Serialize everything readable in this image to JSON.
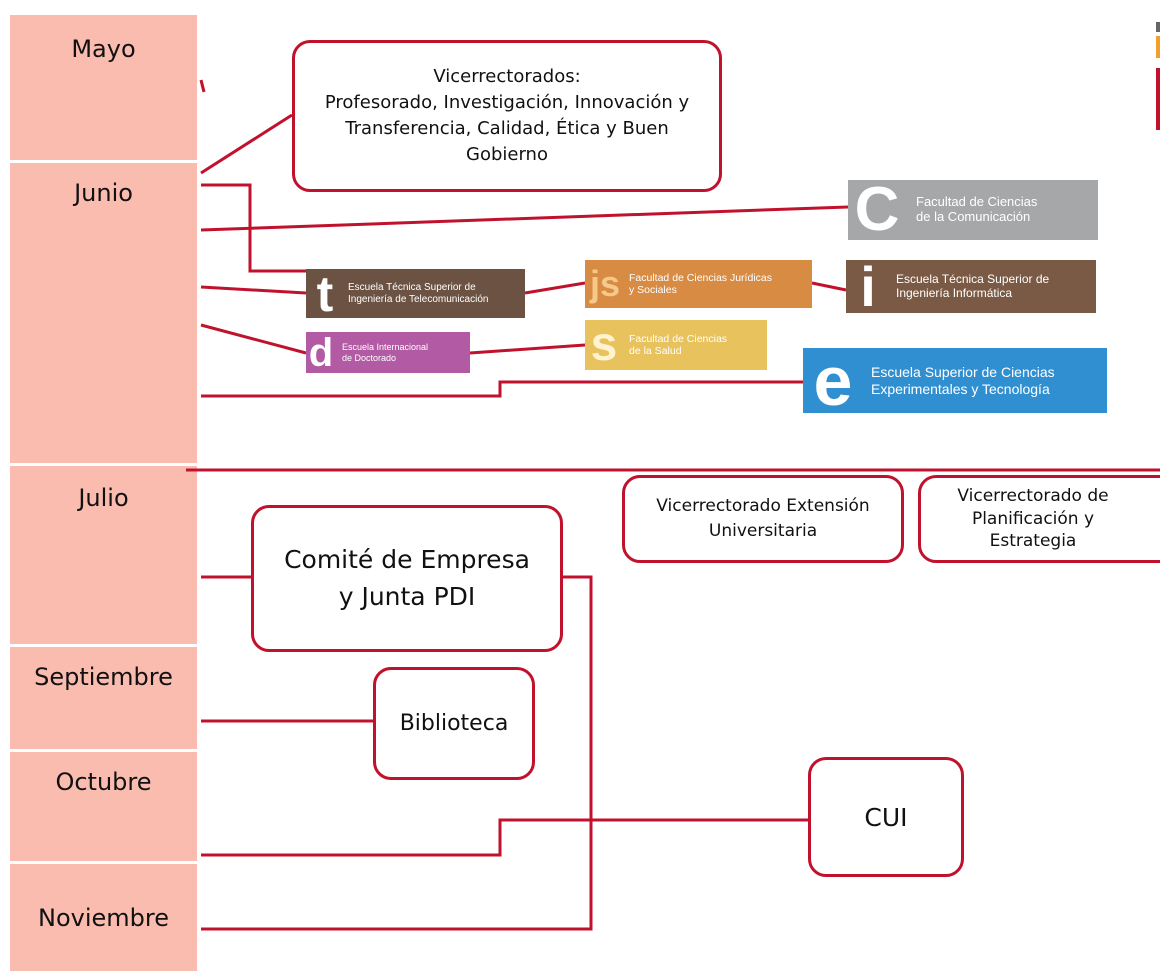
{
  "months": {
    "mayo": "Mayo",
    "junio": "Junio",
    "julio": "Julio",
    "septiembre": "Septiembre",
    "octubre": "Octubre",
    "noviembre": "Noviembre"
  },
  "boxes": {
    "vicerrectorados": "Vicerrectorados:\nProfesorado, Investigación, Innovación y Transferencia, Calidad, Ética y Buen Gobierno",
    "comite": "Comité de Empresa y Junta PDI",
    "biblioteca": "Biblioteca",
    "cui": "CUI",
    "extension": "Vicerrectorado Extensión Universitaria",
    "planificacion": "Vicerrectorado de Planificación y Estrategia"
  },
  "logos": {
    "comunicacion": {
      "letter": "C",
      "text": "Facultad de Ciencias\nde la Comunicación",
      "color": "#a5a7a9"
    },
    "teleco": {
      "letter": "t",
      "text": "Escuela Técnica Superior de\nIngeniería de Telecomunicación",
      "color": "#6b5242"
    },
    "juridicas": {
      "letter": "js",
      "text": "Facultad de Ciencias Jurídicas\ny Sociales",
      "color": "#d88b43"
    },
    "informatica": {
      "letter": "i",
      "text": "Escuela Técnica Superior de\nIngeniería Informática",
      "color": "#7a5a44"
    },
    "doctorado": {
      "letter": "d",
      "text": "Escuela Internacional\nde Doctorado",
      "color": "#b25aa3"
    },
    "salud": {
      "letter": "s",
      "text": "Facultad de Ciencias\nde la Salud",
      "color": "#e8c25c"
    },
    "experimentales": {
      "letter": "e",
      "text": "Escuela Superior de Ciencias\nExperimentales y Tecnología",
      "color": "#2f8fd1"
    }
  },
  "colors": {
    "line": "#c0122c",
    "month_bg": "#fbbcb0"
  }
}
